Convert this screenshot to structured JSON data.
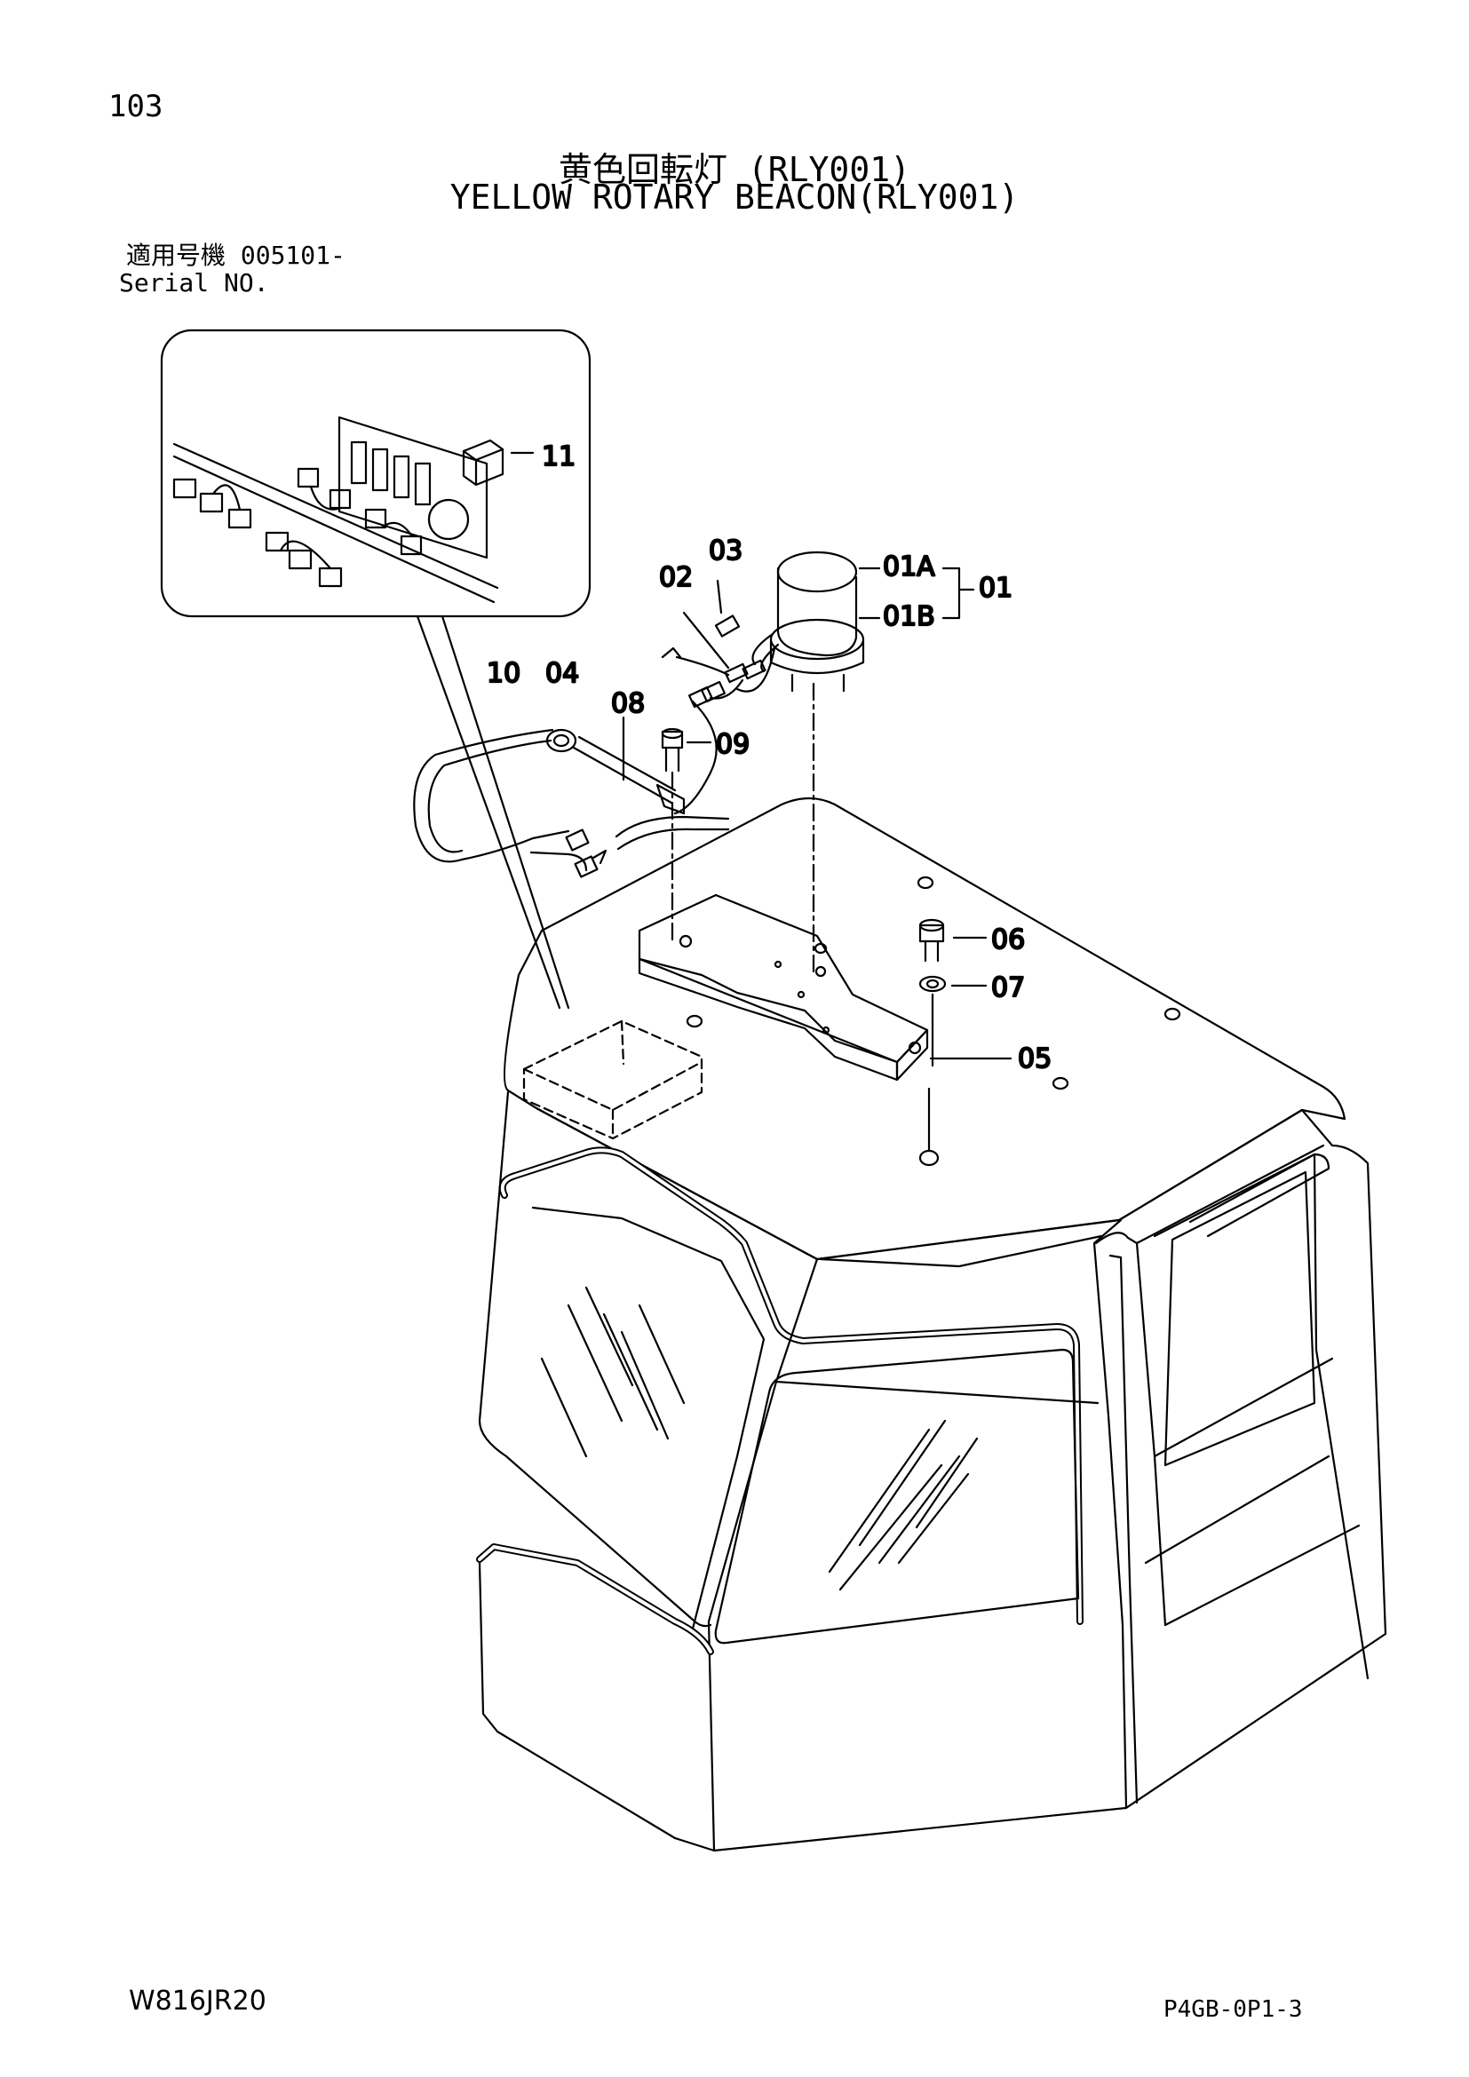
{
  "header": {
    "page_number": "103",
    "title_jp": "黄色回転灯 (RLY001)",
    "title_en": "YELLOW ROTARY BEACON(RLY001)",
    "serial_label_jp": "適用号機 005101-",
    "serial_label_en": "Serial NO."
  },
  "callouts": {
    "c01": "01",
    "c01A": "01A",
    "c01B": "01B",
    "c02": "02",
    "c03": "03",
    "c04": "04",
    "c05": "05",
    "c06": "06",
    "c07": "07",
    "c08": "08",
    "c09": "09",
    "c10": "10",
    "c11": "11"
  },
  "footer": {
    "drawing_code": "W816JR20",
    "page_code": "P4GB-0P1-3"
  }
}
